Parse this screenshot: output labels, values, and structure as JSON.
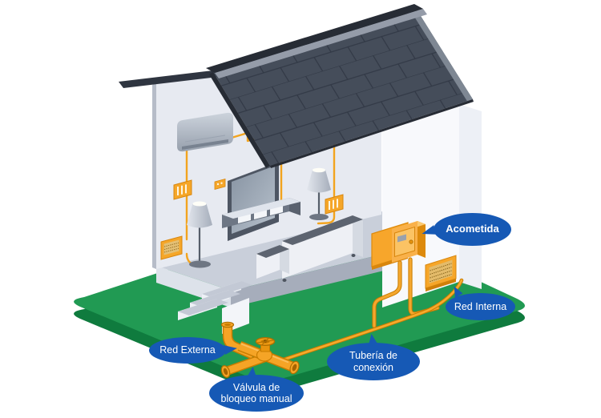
{
  "callouts": {
    "acometida": {
      "label": "Acometida"
    },
    "red_interna": {
      "label": "Red Interna"
    },
    "red_externa": {
      "label": "Red Externa"
    },
    "tuberia_conexion": {
      "label": "Tubería de conexión"
    },
    "valvula_bloqueo": {
      "label": "Válvula de bloqueo manual"
    }
  },
  "colors": {
    "callout_bubble": "#1659b5",
    "callout_text": "#ffffff",
    "grass_top": "#219a53",
    "grass_side": "#0f7b3e",
    "pipe_orange": "#f5a426",
    "pipe_outline": "#c87c00",
    "roof_slate": "#454d5a",
    "wall_light": "#e7eaf1",
    "floor_gray": "#c9cfda"
  }
}
